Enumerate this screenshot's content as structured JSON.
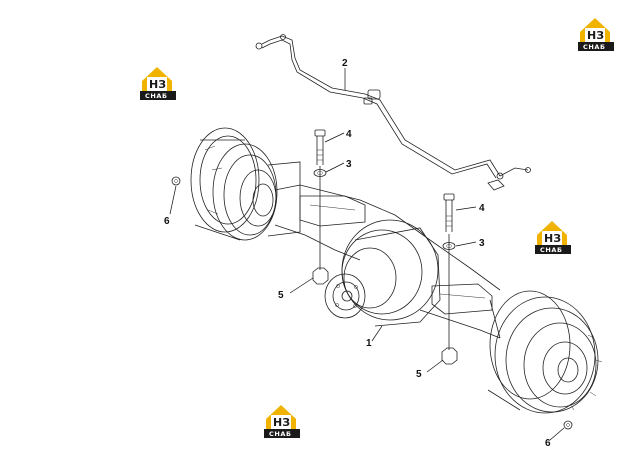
{
  "diagram": {
    "parts": [
      {
        "number": "1"
      },
      {
        "number": "2"
      },
      {
        "number": "3"
      },
      {
        "number": "3"
      },
      {
        "number": "4"
      },
      {
        "number": "4"
      },
      {
        "number": "5"
      },
      {
        "number": "5"
      },
      {
        "number": "6"
      },
      {
        "number": "6"
      }
    ]
  },
  "watermark": {
    "mark": "НЗ",
    "text": "СНАБ",
    "colors": {
      "house": "#f0b400",
      "bar": "#1a1a1a",
      "mark": "#1a1a1a"
    }
  }
}
